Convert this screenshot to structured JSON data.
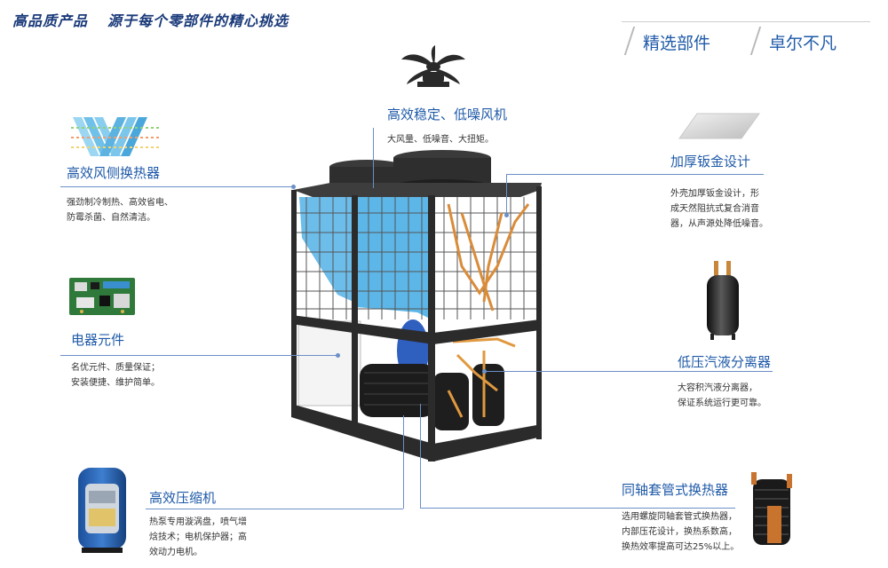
{
  "header": {
    "title_part1": "高品质产品",
    "title_part2": "源于每个零部件的精心挑选",
    "tag1": "精选部件",
    "tag2": "卓尔不凡"
  },
  "features": {
    "fan": {
      "title": "高效稳定、低噪风机",
      "desc": [
        "大风量、低噪音、大扭矩。"
      ]
    },
    "heat_exchanger": {
      "title": "高效风侧换热器",
      "desc": [
        "强劲制冷制热、高效省电、",
        "防霉杀菌、自然清洁。"
      ]
    },
    "sheet_metal": {
      "title": "加厚钣金设计",
      "desc": [
        "外壳加厚钣金设计，形",
        "成天然阻抗式复合消音",
        "器，从声源处降低噪音。"
      ]
    },
    "electrical": {
      "title": "电器元件",
      "desc": [
        "名优元件、质量保证；",
        "安装便捷、维护简单。"
      ]
    },
    "separator": {
      "title": "低压汽液分离器",
      "desc": [
        "大容积汽液分离器，",
        "保证系统运行更可靠。"
      ]
    },
    "compressor": {
      "title": "高效压缩机",
      "desc": [
        "热泵专用漩涡盘，喷气增",
        "焓技术；电机保护器；高",
        "效动力电机。"
      ]
    },
    "coaxial": {
      "title": "同轴套管式换热器",
      "desc": [
        "选用螺旋同轴套管式换热器，",
        "内部压花设计，换热系数高，",
        "换热效率提高可达25%以上。"
      ]
    }
  },
  "colors": {
    "accent": "#1f5aa8",
    "heading": "#1a3a7a",
    "leader_line": "#6b8fc7",
    "unit_frame": "#2b2b2b",
    "coil_blue": "#5db6e8",
    "pipe_copper": "#d98c3a"
  }
}
